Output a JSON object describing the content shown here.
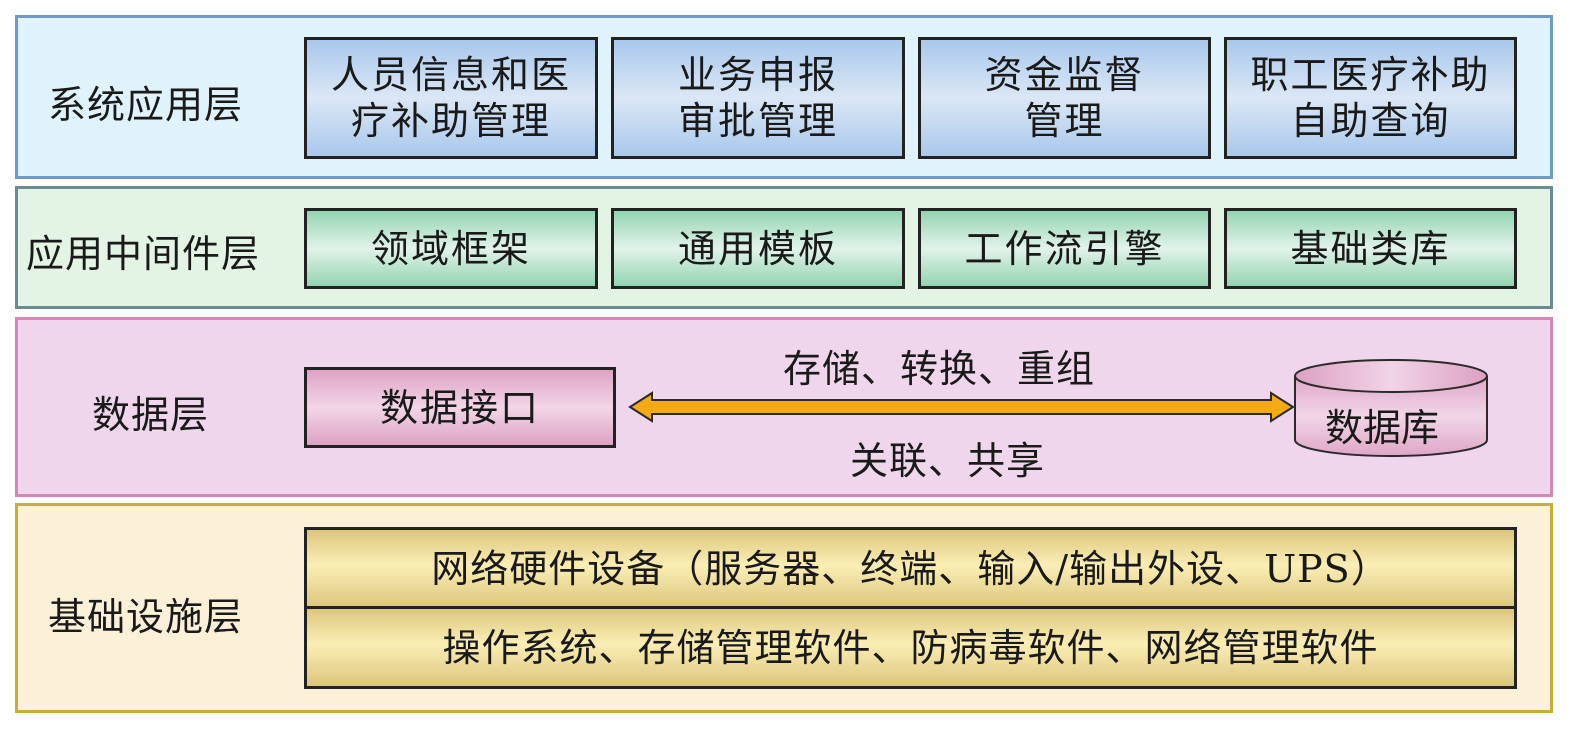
{
  "layers": [
    {
      "title": "系统应用层",
      "modules": [
        {
          "lines": [
            "人员信息和医",
            "疗补助管理"
          ]
        },
        {
          "lines": [
            "业务申报",
            "审批管理"
          ]
        },
        {
          "lines": [
            "资金监督",
            "管理"
          ]
        },
        {
          "lines": [
            "职工医疗补助",
            "自助查询"
          ]
        }
      ],
      "colors": {
        "background": "#e0f3fc",
        "border": "#7199c8",
        "module_fill": "#a9c8ec"
      }
    },
    {
      "title": "应用中间件层",
      "modules": [
        {
          "label": "领域框架"
        },
        {
          "label": "通用模板"
        },
        {
          "label": "工作流引擎"
        },
        {
          "label": "基础类库"
        }
      ],
      "colors": {
        "background": "#e4f4e4",
        "border": "#6a8b90",
        "module_fill": "#93d4b1"
      }
    },
    {
      "title": "数据层",
      "interface": "数据接口",
      "database": "数据库",
      "flow_top": "存储、转换、重组",
      "flow_bottom": "关联、共享",
      "arrow_icon": "double-headed-arrow",
      "colors": {
        "background": "#f0d6ec",
        "border": "#d287b9",
        "module_fill": "#dea2c4",
        "arrow": "#f5a914"
      }
    },
    {
      "title": "基础设施层",
      "rows": [
        "网络硬件设备（服务器、终端、输入/输出外设、UPS）",
        "操作系统、存储管理软件、防病毒软件、网络管理软件"
      ],
      "colors": {
        "background": "#fdf0d8",
        "border": "#c9ac37",
        "module_fill": "#dcc67c"
      }
    }
  ]
}
